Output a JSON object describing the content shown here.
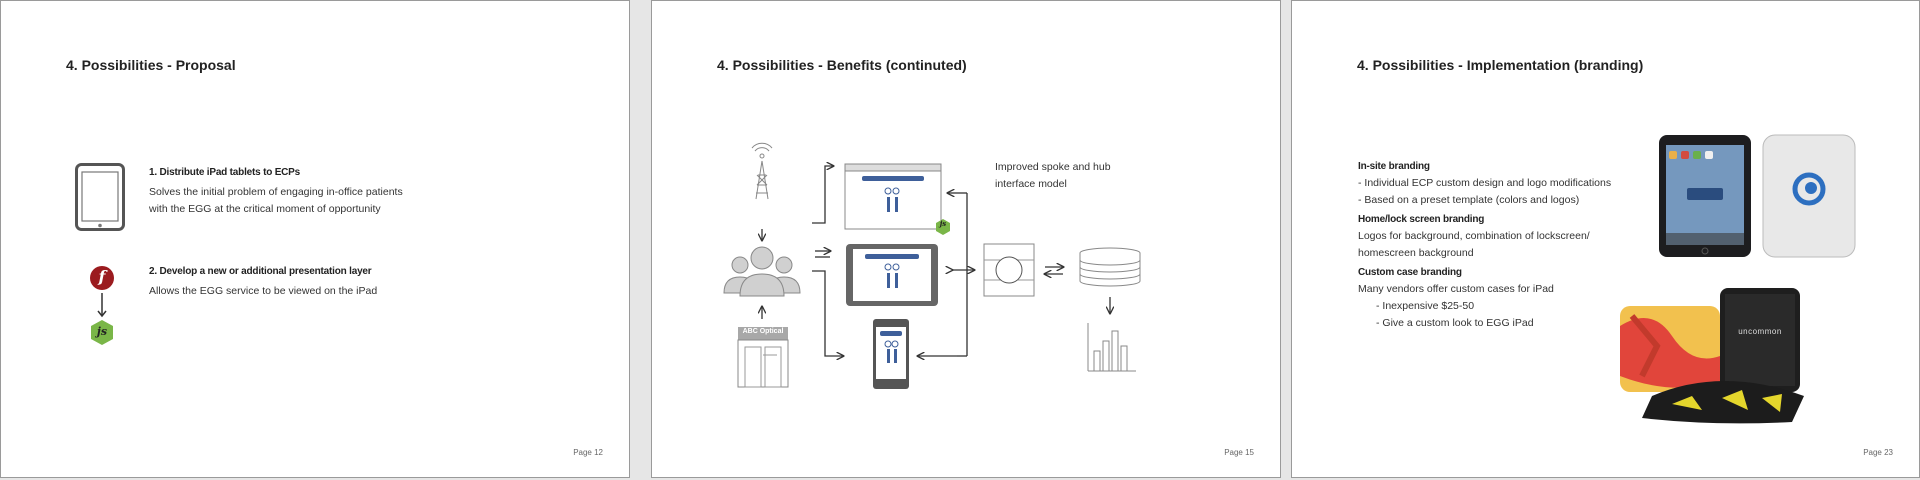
{
  "slides": [
    {
      "title": "4. Possibilities - Proposal",
      "items": [
        {
          "heading": "1. Distribute iPad tablets to ECPs",
          "lines": [
            "Solves the initial problem of engaging in-office patients",
            "with the EGG at the critical moment of opportunity"
          ]
        },
        {
          "heading": "2. Develop a new or additional presentation layer",
          "lines": [
            "Allows the EGG service to be viewed on the iPad"
          ]
        }
      ],
      "icons": {
        "f_logo": "f",
        "js_logo": "js"
      },
      "page": "Page 12"
    },
    {
      "title": "4. Possibilities - Benefits (continuted)",
      "caption": [
        "Improved spoke and hub",
        "interface model"
      ],
      "store_sign": "ABC Optical",
      "js_badge": "js",
      "page": "Page 15"
    },
    {
      "title": "4. Possibilities - Implementation (branding)",
      "sections": [
        {
          "heading": "In-site branding",
          "lines": [
            "- Individual ECP custom design and logo modifications",
            "- Based on a preset template (colors and logos)"
          ]
        },
        {
          "heading": "Home/lock screen branding",
          "lines": [
            "Logos for background, combination of lockscreen/",
            "homescreen background"
          ]
        },
        {
          "heading": "Custom case branding",
          "lines": [
            "Many vendors offer custom cases for iPad",
            "- Inexpensive $25-50",
            "- Give a custom look to EGG iPad"
          ]
        }
      ],
      "case_brand": "uncommon",
      "page": "Page 23"
    }
  ],
  "colors": {
    "accent_red": "#9b1b1f",
    "accent_green": "#7ab648",
    "ui_blue": "#3e5f9a"
  }
}
